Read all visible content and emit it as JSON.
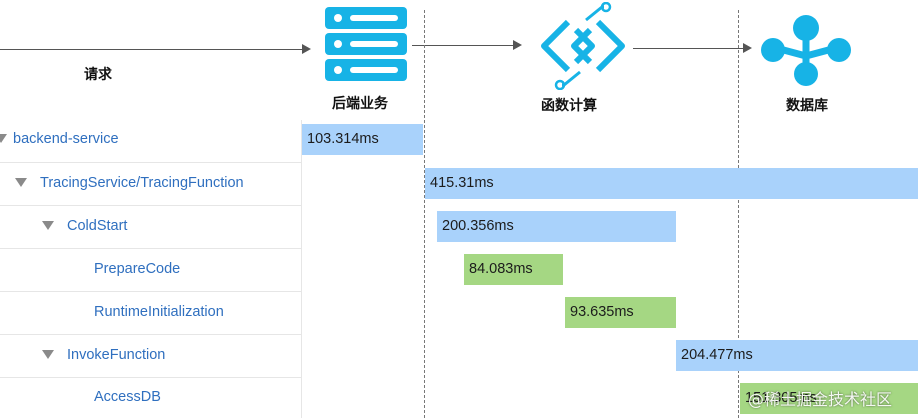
{
  "header": {
    "request_label": "请求",
    "backend_label": "后端业务",
    "function_label": "函数计算",
    "database_label": "数据库"
  },
  "icons": {
    "server": "server-icon",
    "function_compute": "function-compute-icon",
    "database": "database-icon",
    "accent_color": "#1ea7ff"
  },
  "tree": [
    {
      "label": "backend-service",
      "expanded": true
    },
    {
      "label": "TracingService/TracingFunction",
      "expanded": true
    },
    {
      "label": "ColdStart",
      "expanded": true
    },
    {
      "label": "PrepareCode"
    },
    {
      "label": "RuntimeInitialization"
    },
    {
      "label": "InvokeFunction",
      "expanded": true
    },
    {
      "label": "AccessDB"
    }
  ],
  "spans": [
    {
      "duration": "103.314ms",
      "color": "#a9d2fb"
    },
    {
      "duration": "415.31ms",
      "color": "#a9d2fb"
    },
    {
      "duration": "200.356ms",
      "color": "#a9d2fb"
    },
    {
      "duration": "84.083ms",
      "color": "#a5d783"
    },
    {
      "duration": "93.635ms",
      "color": "#a5d783"
    },
    {
      "duration": "204.477ms",
      "color": "#a9d2fb"
    },
    {
      "duration": "151.305ms",
      "color": "#a5d783"
    }
  ],
  "watermark": "@稀土掘金技术社区"
}
